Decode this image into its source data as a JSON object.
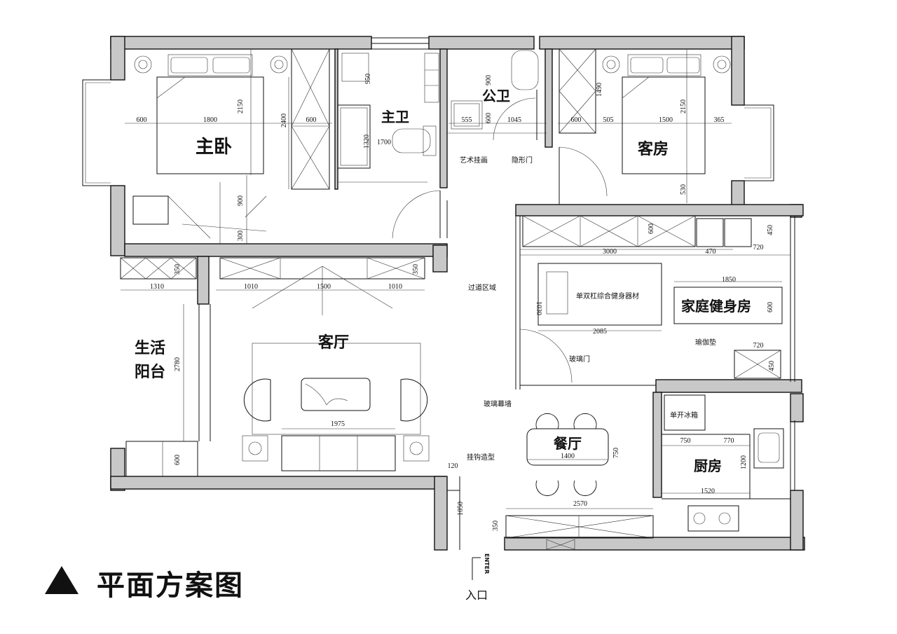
{
  "title": "平面方案图",
  "entry": {
    "label": "入口",
    "enter_text": "ENTER"
  },
  "rooms": {
    "master_bedroom": "主卧",
    "master_bath": "主卫",
    "public_bath": "公卫",
    "guest_room": "客房",
    "living_room": "客厅",
    "balcony_line1": "生活",
    "balcony_line2": "阳台",
    "gym": "家庭健身房",
    "dining": "餐厅",
    "kitchen": "厨房"
  },
  "notes": {
    "art_painting": "艺术挂画",
    "hidden_door": "隐形门",
    "corridor": "过道区域",
    "gym_equipment": "单双杠综合健身器材",
    "yoga_mat": "瑜伽垫",
    "glass_door": "玻璃门",
    "glass_curtain": "玻璃幕墙",
    "hook": "挂钩造型",
    "fridge": "单开冰箱"
  },
  "dims": {
    "d600a": "600",
    "d1800": "1800",
    "d2150a": "2150",
    "d2400": "2400",
    "d600b": "600",
    "d950": "950",
    "d1320": "1320",
    "d1700": "1700",
    "d900a": "900",
    "d555": "555",
    "d600c": "600",
    "d1045": "1045",
    "d1490": "1490",
    "d600d": "600",
    "d505": "505",
    "d1500a": "1500",
    "d2150b": "2150",
    "d365": "365",
    "d530": "530",
    "d900b": "900",
    "d300": "300",
    "d600e": "600",
    "d450a": "450",
    "d3000": "3000",
    "d470": "470",
    "d720a": "720",
    "d350a": "350",
    "d350b": "350",
    "d1310": "1310",
    "d1010a": "1010",
    "d1500b": "1500",
    "d1010b": "1010",
    "d1850": "1850",
    "d1030": "1030",
    "d600f": "600",
    "d2085": "2085",
    "d720b": "720",
    "d450b": "450",
    "d2780": "2780",
    "d1975": "1975",
    "d600g": "600",
    "d1400": "1400",
    "d750a": "750",
    "d750b": "750",
    "d770": "770",
    "d1200": "1200",
    "d120": "120",
    "d1520": "1520",
    "d1050": "1050",
    "d2570": "2570",
    "d350c": "350"
  }
}
